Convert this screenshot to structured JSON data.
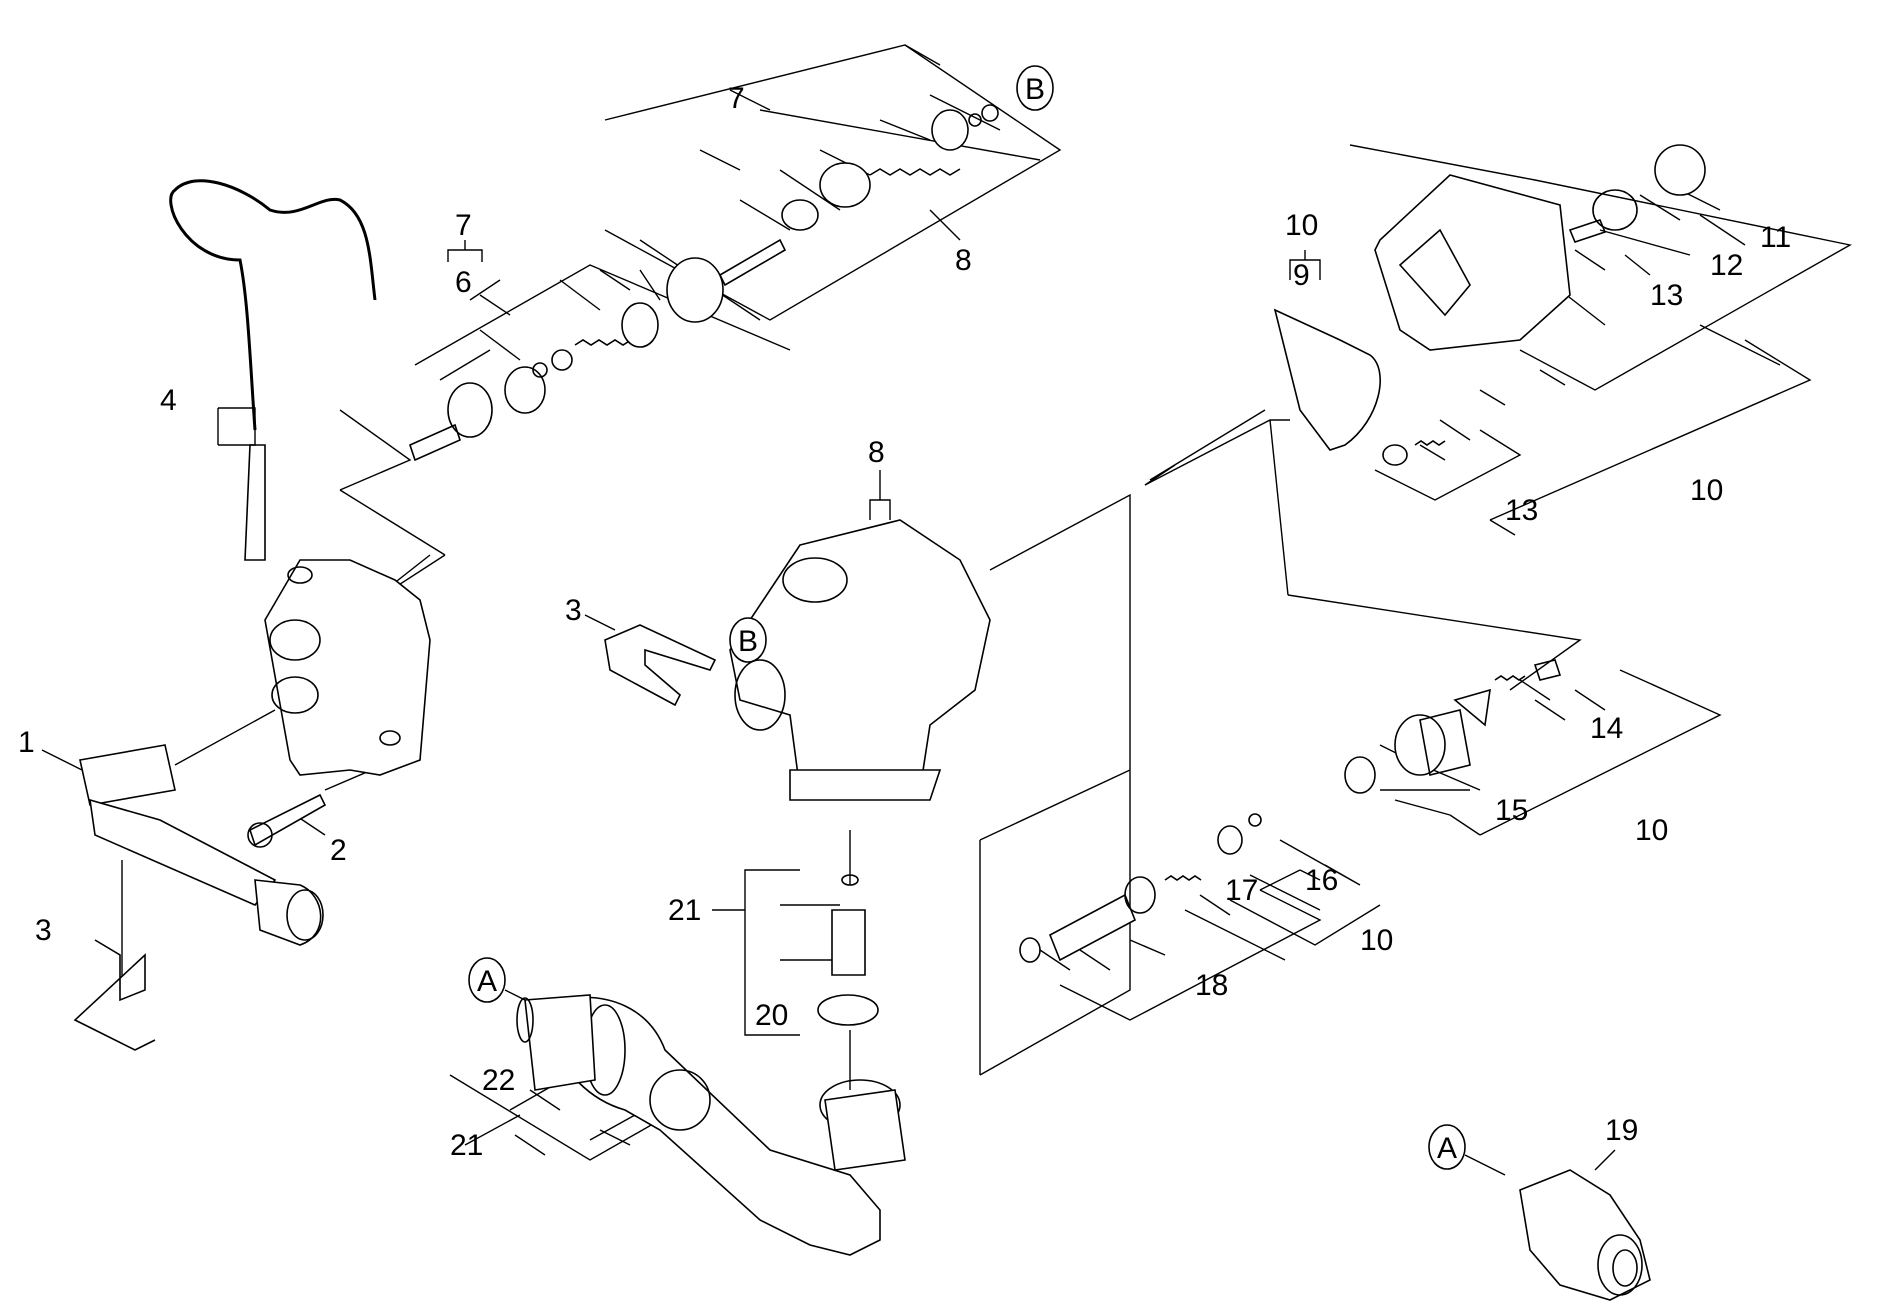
{
  "callouts": [
    {
      "id": "c1",
      "text": "1"
    },
    {
      "id": "c2",
      "text": "2"
    },
    {
      "id": "c3a",
      "text": "3"
    },
    {
      "id": "c3b",
      "text": "3"
    },
    {
      "id": "c4",
      "text": "4"
    },
    {
      "id": "c6",
      "text": "6"
    },
    {
      "id": "c7a",
      "text": "7"
    },
    {
      "id": "c7b",
      "text": "7"
    },
    {
      "id": "c8a",
      "text": "8"
    },
    {
      "id": "c8b",
      "text": "8"
    },
    {
      "id": "c9",
      "text": "9"
    },
    {
      "id": "c10a",
      "text": "10"
    },
    {
      "id": "c10b",
      "text": "10"
    },
    {
      "id": "c10c",
      "text": "10"
    },
    {
      "id": "c10d",
      "text": "10"
    },
    {
      "id": "c11",
      "text": "11"
    },
    {
      "id": "c12",
      "text": "12"
    },
    {
      "id": "c13a",
      "text": "13"
    },
    {
      "id": "c13b",
      "text": "13"
    },
    {
      "id": "c14",
      "text": "14"
    },
    {
      "id": "c15",
      "text": "15"
    },
    {
      "id": "c16",
      "text": "16"
    },
    {
      "id": "c17",
      "text": "17"
    },
    {
      "id": "c18",
      "text": "18"
    },
    {
      "id": "c19",
      "text": "19"
    },
    {
      "id": "c20",
      "text": "20"
    },
    {
      "id": "c21a",
      "text": "21"
    },
    {
      "id": "c21b",
      "text": "21"
    },
    {
      "id": "c22",
      "text": "22"
    }
  ],
  "markers": [
    {
      "id": "mA1",
      "text": "A"
    },
    {
      "id": "mA2",
      "text": "A"
    },
    {
      "id": "mB1",
      "text": "B"
    },
    {
      "id": "mB2",
      "text": "B"
    }
  ]
}
